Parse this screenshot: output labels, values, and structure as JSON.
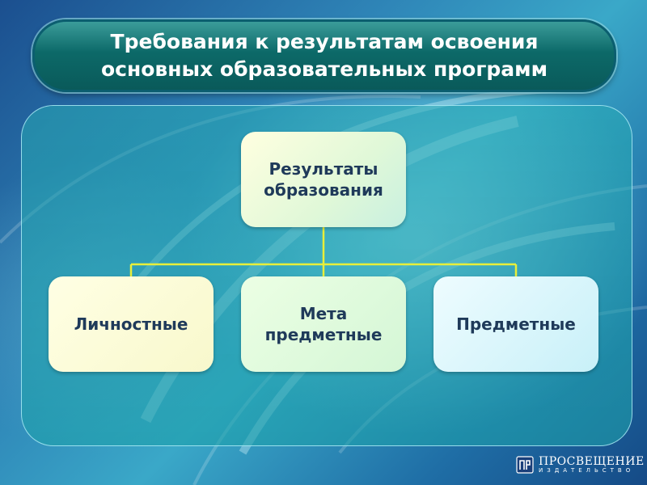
{
  "title": {
    "line1": "Требования к результатам освоения",
    "line2": "основных образовательных программ"
  },
  "diagram": {
    "root": {
      "line1": "Результаты",
      "line2": "образования"
    },
    "children": [
      {
        "line1": "Личностные"
      },
      {
        "line1": "Мета",
        "line2": "предметные"
      },
      {
        "line1": "Предметные"
      }
    ]
  },
  "logo": {
    "name": "ПРОСВЕЩЕНИЕ",
    "subtitle": "ИЗДАТЕЛЬСТВО"
  },
  "colors": {
    "title_bar": "#0c6968",
    "connector": "#e8ef3a",
    "box_text": "#1f3a5a"
  }
}
